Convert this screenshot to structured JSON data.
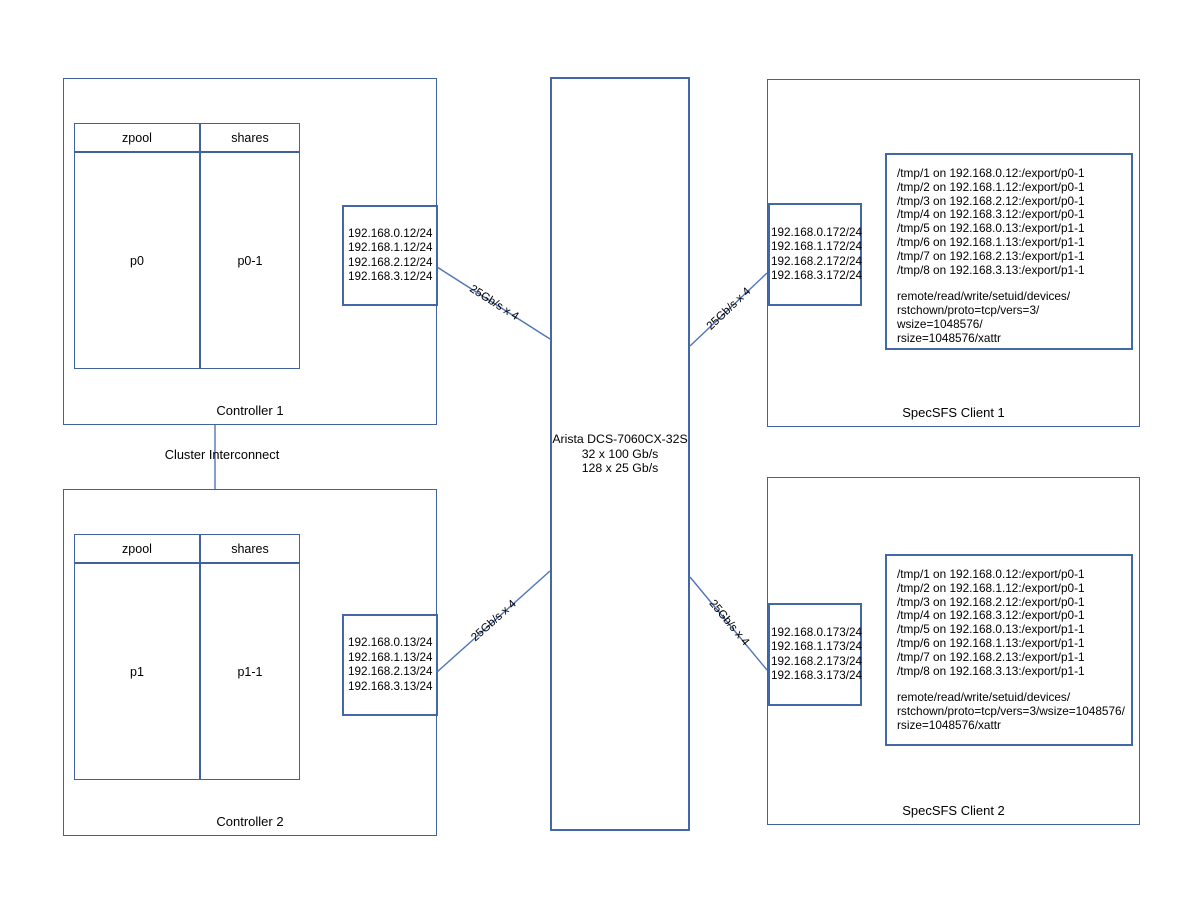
{
  "link_label": "25Gb/s x 4",
  "interconnect_label": "Cluster Interconnect",
  "switch": {
    "model": "Arista DCS-7060CX-32S",
    "ports_line1": "32 x 100 Gb/s",
    "ports_line2": "128 x 25 Gb/s"
  },
  "controller1": {
    "label": "Controller 1",
    "table": {
      "headers": [
        "zpool",
        "shares"
      ],
      "values": [
        "p0",
        "p0-1"
      ]
    },
    "ips": [
      "192.168.0.12/24",
      "192.168.1.12/24",
      "192.168.2.12/24",
      "192.168.3.12/24"
    ]
  },
  "controller2": {
    "label": "Controller 2",
    "table": {
      "headers": [
        "zpool",
        "shares"
      ],
      "values": [
        "p1",
        "p1-1"
      ]
    },
    "ips": [
      "192.168.0.13/24",
      "192.168.1.13/24",
      "192.168.2.13/24",
      "192.168.3.13/24"
    ]
  },
  "client1": {
    "label": "SpecSFS Client 1",
    "ips": [
      "192.168.0.172/24",
      "192.168.1.172/24",
      "192.168.2.172/24",
      "192.168.3.172/24"
    ],
    "mounts": [
      "/tmp/1 on 192.168.0.12:/export/p0-1",
      "/tmp/2 on 192.168.1.12:/export/p0-1",
      "/tmp/3 on 192.168.2.12:/export/p0-1",
      "/tmp/4 on 192.168.3.12:/export/p0-1",
      "/tmp/5 on 192.168.0.13:/export/p1-1",
      "/tmp/6 on 192.168.1.13:/export/p1-1",
      "/tmp/7 on 192.168.2.13:/export/p1-1",
      "/tmp/8 on 192.168.3.13:/export/p1-1"
    ],
    "options": [
      "remote/read/write/setuid/devices/",
      "rstchown/proto=tcp/vers=3/",
      "wsize=1048576/",
      "rsize=1048576/xattr"
    ]
  },
  "client2": {
    "label": "SpecSFS Client 2",
    "ips": [
      "192.168.0.173/24",
      "192.168.1.173/24",
      "192.168.2.173/24",
      "192.168.3.173/24"
    ],
    "mounts": [
      "/tmp/1 on 192.168.0.12:/export/p0-1",
      "/tmp/2 on 192.168.1.12:/export/p0-1",
      "/tmp/3 on 192.168.2.12:/export/p0-1",
      "/tmp/4 on 192.168.3.12:/export/p0-1",
      "/tmp/5 on 192.168.0.13:/export/p1-1",
      "/tmp/6 on 192.168.1.13:/export/p1-1",
      "/tmp/7 on 192.168.2.13:/export/p1-1",
      "/tmp/8 on 192.168.3.13:/export/p1-1"
    ],
    "options": [
      "remote/read/write/setuid/devices/",
      "rstchown/proto=tcp/vers=3/wsize=1048576/",
      "rsize=1048576/xattr"
    ]
  }
}
